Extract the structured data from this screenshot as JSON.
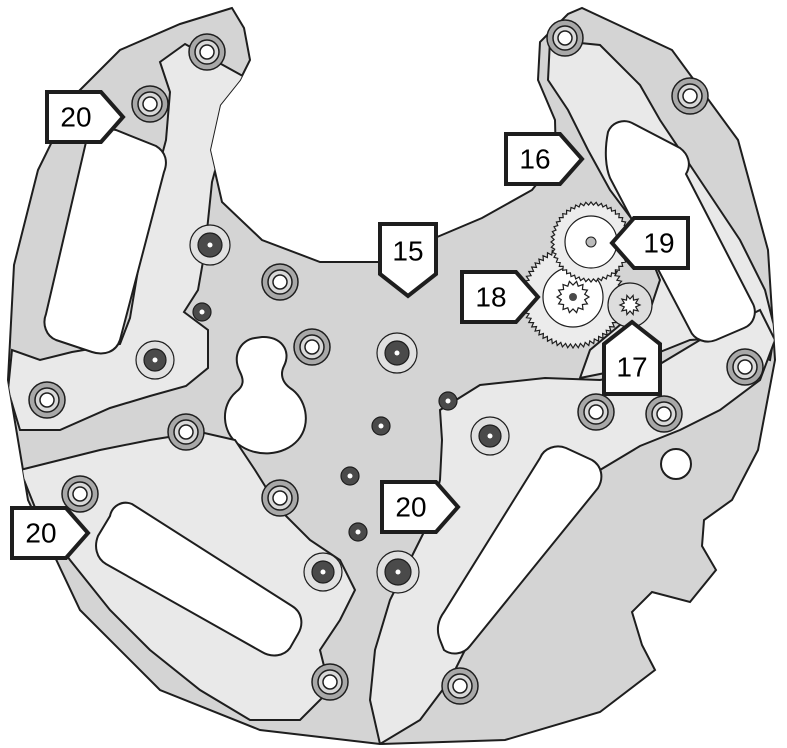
{
  "diagram": {
    "colors": {
      "plate": "#d4d4d4",
      "outline": "#1e1e1e",
      "bridge": "#e9e9e9",
      "recess": "#ffffff",
      "jewel_ring": "#a8a8a8",
      "jewel_core": "#4a4a4a",
      "gear_fill": "#ececec",
      "callout_fill": "#ffffff"
    },
    "callouts": [
      {
        "id": "c20a",
        "label": "20",
        "points_to": "bridge-top-left"
      },
      {
        "id": "c16",
        "label": "16",
        "points_to": "bridge-top-right"
      },
      {
        "id": "c15",
        "label": "15",
        "points_to": "main-plate"
      },
      {
        "id": "c19",
        "label": "19",
        "points_to": "gear-upper"
      },
      {
        "id": "c18",
        "label": "18",
        "points_to": "gear-lower"
      },
      {
        "id": "c17",
        "label": "17",
        "points_to": "small-wheel"
      },
      {
        "id": "c20b",
        "label": "20",
        "points_to": "bridge-lower-right"
      },
      {
        "id": "c20c",
        "label": "20",
        "points_to": "bridge-bottom-left"
      }
    ]
  }
}
